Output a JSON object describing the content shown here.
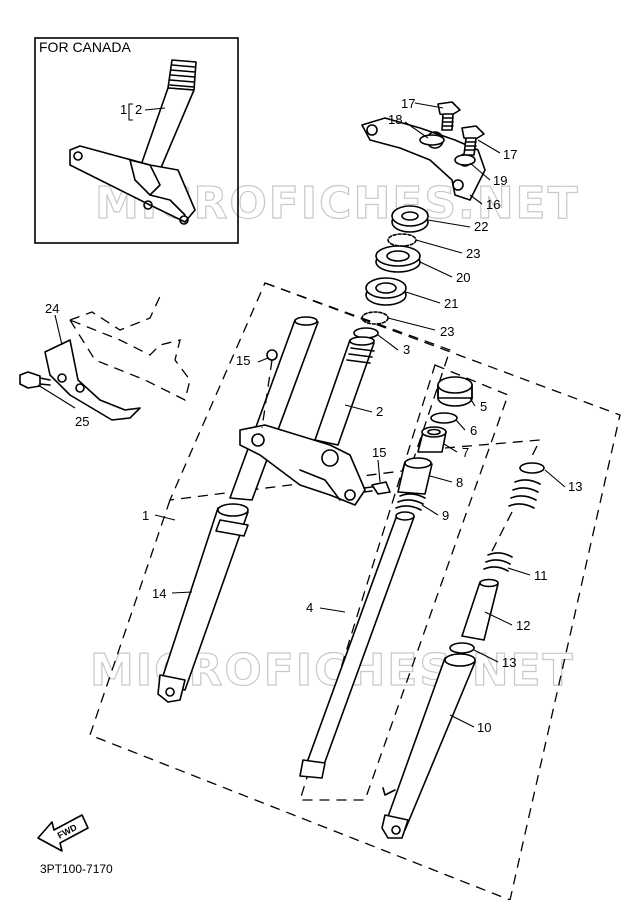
{
  "inset": {
    "title": "FOR CANADA",
    "label_1": "1",
    "label_2": "2"
  },
  "watermarks": [
    "MICROFICHES.NET",
    "MICROFICHES.NET"
  ],
  "part_labels": {
    "p1": "1",
    "p2": "2",
    "p3": "3",
    "p4": "4",
    "p5": "5",
    "p6": "6",
    "p7": "7",
    "p8": "8",
    "p9": "9",
    "p10": "10",
    "p11": "11",
    "p12": "12",
    "p13a": "13",
    "p13b": "13",
    "p14": "14",
    "p15a": "15",
    "p15b": "15",
    "p16": "16",
    "p17a": "17",
    "p17b": "17",
    "p18": "18",
    "p19": "19",
    "p20": "20",
    "p21": "21",
    "p22": "22",
    "p23a": "23",
    "p23b": "23",
    "p24": "24",
    "p25": "25"
  },
  "fwd_badge": "FWD",
  "diagram_code": "3PT100-7170"
}
